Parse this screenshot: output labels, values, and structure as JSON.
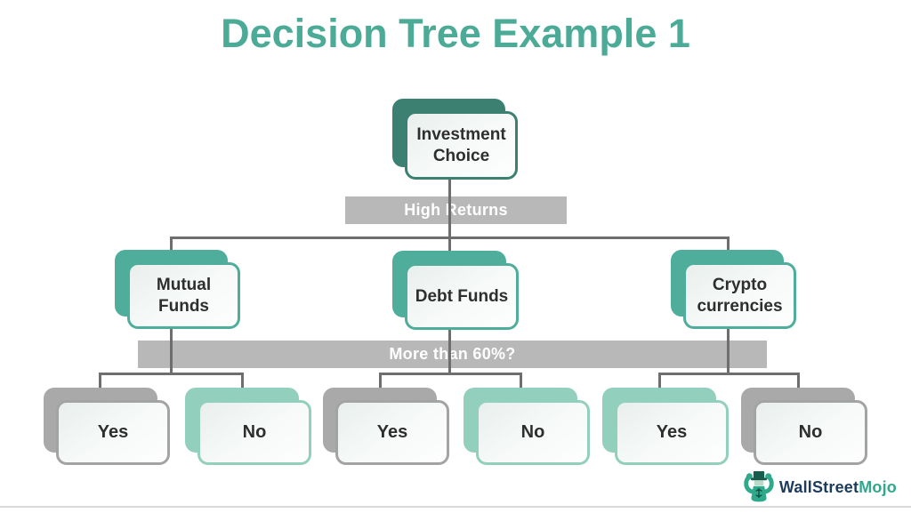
{
  "title": "Decision Tree Example 1",
  "tree": {
    "root": {
      "label": "Investment Choice"
    },
    "branch_labels": [
      "High Returns",
      "More than 60%?"
    ],
    "children": [
      {
        "label": "Mutual Funds"
      },
      {
        "label": "Debt Funds"
      },
      {
        "label": "Crypto currencies"
      }
    ],
    "leaves": [
      {
        "label": "Yes",
        "variant": "gray"
      },
      {
        "label": "No",
        "variant": "mint"
      },
      {
        "label": "Yes",
        "variant": "gray"
      },
      {
        "label": "No",
        "variant": "mint"
      },
      {
        "label": "Yes",
        "variant": "mint"
      },
      {
        "label": "No",
        "variant": "gray"
      }
    ]
  },
  "logo": {
    "brand_primary": "WallStreet",
    "brand_secondary": "Mojo"
  },
  "colors": {
    "title_teal": "#4cab97",
    "dark_teal": "#3b8071",
    "mid_teal": "#4fae9b",
    "mint": "#93cfbd",
    "gray_shadow": "#a9a9a9",
    "band_gray": "#b8b8b8",
    "connector_gray": "#6e6e6e",
    "node_text": "#2e2e2e",
    "logo_navy": "#1c3c5e",
    "logo_green": "#2fa98b"
  }
}
